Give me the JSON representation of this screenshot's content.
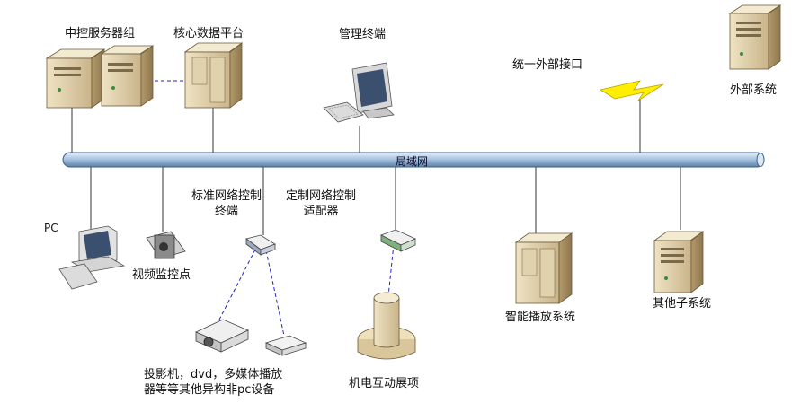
{
  "network": {
    "backbone_label": "局域网"
  },
  "nodes": {
    "central_servers": "中控服务器组",
    "core_platform": "核心数据平台",
    "management_terminal": "管理终端",
    "unified_interface": "统一外部接口",
    "external_system": "外部系统",
    "pc": "PC",
    "video_monitor": "视频监控点",
    "standard_net_terminal": [
      "标准网络控制",
      "终端"
    ],
    "custom_net_adapter": [
      "定制网络控制",
      "适配器"
    ],
    "smart_playback": "智能播放系统",
    "other_subsystems": "其他子系统",
    "av_devices": [
      "投影机，dvd，多媒体播放",
      "器等等其他异构非pc设备"
    ],
    "electromech_exhibit": "机电互动展项"
  },
  "colors": {
    "backbone": "#b8cfe6",
    "backbone_edge": "#3a5f8a",
    "link": "#333333",
    "dashed": "#2222cc",
    "bolt": "#ffee00"
  }
}
